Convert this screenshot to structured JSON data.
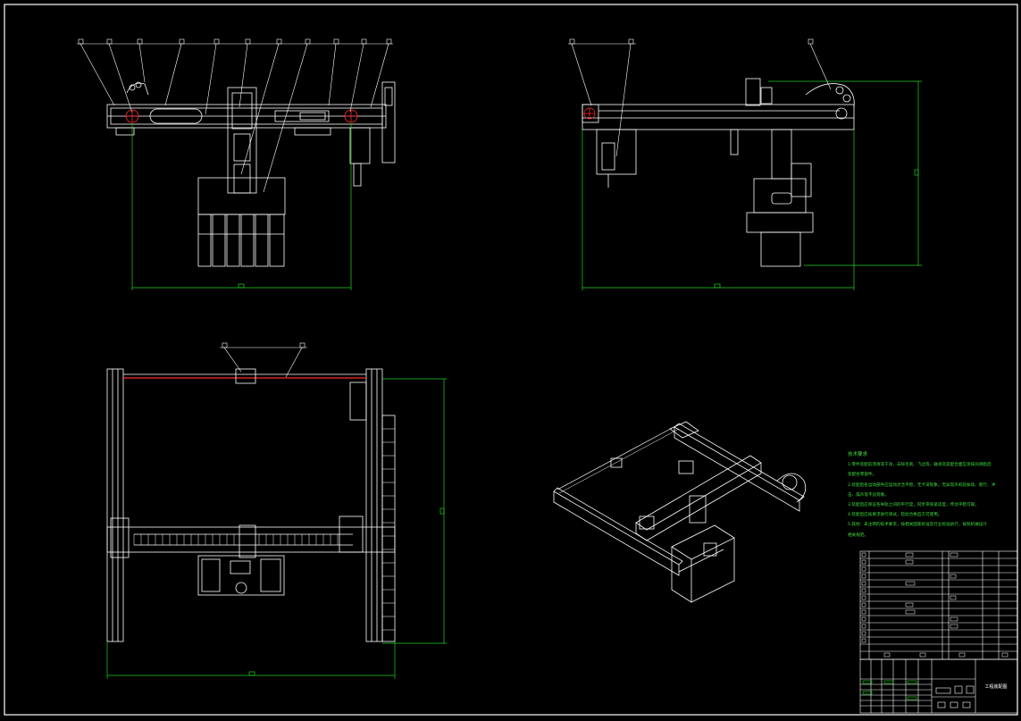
{
  "drawing": {
    "background": "#000000",
    "line_color": "#ffffff",
    "dimension_color": "#1fd21f",
    "accent_red": "#ff2a2a",
    "views": [
      "front-view",
      "side-view",
      "top-view",
      "isometric-view"
    ]
  },
  "technical_requirements": {
    "title": "技术要求",
    "lines": [
      "1.零件装配前须清洗干净，去除毛刺、飞边等，轴承及其配合面应涂抹润滑脂后",
      "装配各零部件。",
      "2.装配后各运动部件应运动灵活平稳，无卡滞现象，无异常声响及振动、爬行、冲",
      "击、噪声等不良现象。",
      "3.装配后应保证各导轨之间的平行度，同步带张紧适度，传动平稳可靠。",
      "4.装配后应按要求进行调试，检验合格后方可使用。",
      "5.其他：未注明的技术要求，按相关国家标准及行业标准执行，按照机械设计",
      "相关规范。"
    ]
  },
  "title_block": {
    "drawing_name": "工程装配图"
  }
}
